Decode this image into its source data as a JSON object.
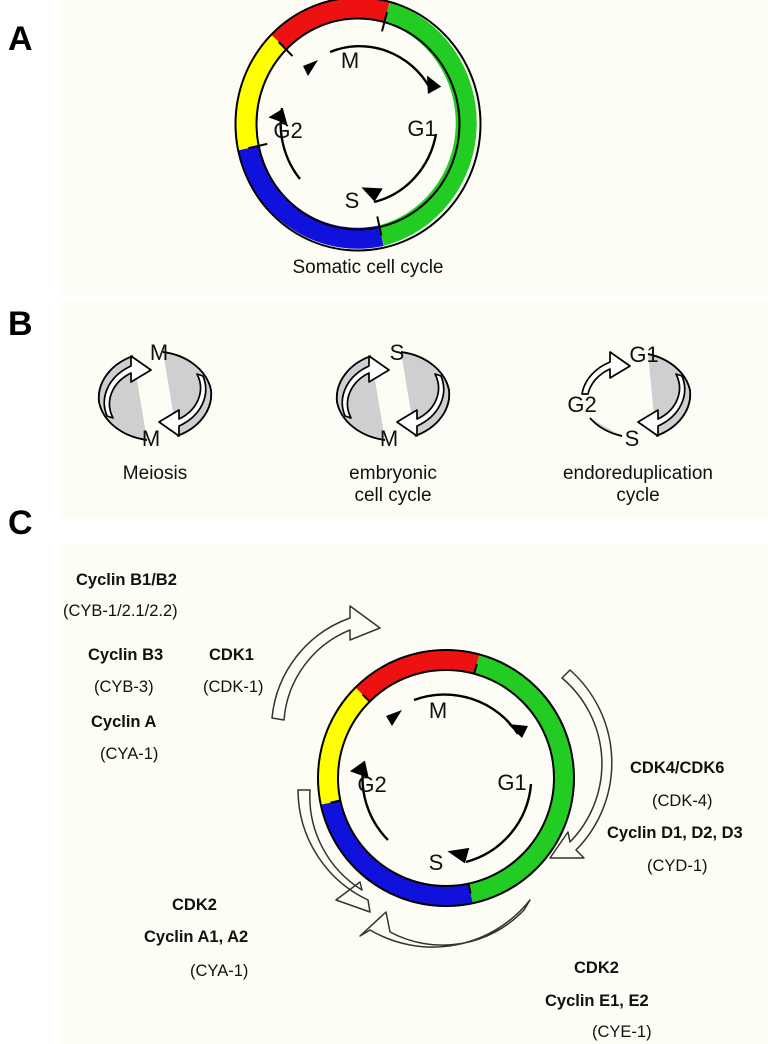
{
  "figure": {
    "background": "#fefdf5",
    "colors": {
      "red": "#ee1111",
      "green": "#22cc22",
      "yellow": "#ffff00",
      "blue": "#1111dd",
      "outline": "#000000",
      "grey_arc": "#cfcfcf"
    }
  },
  "panels": {
    "a": {
      "letter": "A",
      "caption": "Somatic cell cycle",
      "phases": [
        "M",
        "G1",
        "S",
        "G2"
      ],
      "segments": [
        {
          "name": "G1",
          "color": "#22cc22"
        },
        {
          "name": "S",
          "color": "#1111dd"
        },
        {
          "name": "G2",
          "color": "#ffff00"
        },
        {
          "name": "M",
          "color": "#ee1111"
        }
      ]
    },
    "b": {
      "letter": "B",
      "cycles": [
        {
          "caption": "Meiosis",
          "labels": [
            "M",
            "M"
          ]
        },
        {
          "caption": "embryonic\ncell cycle",
          "labels": [
            "S",
            "M"
          ]
        },
        {
          "caption": "endoreduplication\ncycle",
          "labels": [
            "G1",
            "G2",
            "S"
          ]
        }
      ]
    },
    "c": {
      "letter": "C",
      "phases": [
        "M",
        "G1",
        "S",
        "G2"
      ],
      "segments": [
        {
          "name": "G1",
          "color": "#22cc22"
        },
        {
          "name": "S",
          "color": "#1111dd"
        },
        {
          "name": "G2",
          "color": "#ffff00"
        },
        {
          "name": "M",
          "color": "#ee1111"
        }
      ],
      "labels": {
        "top_left": [
          {
            "text": "Cyclin B1/B2",
            "bold": true
          },
          {
            "text": "(CYB-1/2.1/2.2)",
            "bold": false
          },
          {
            "text": "Cyclin B3",
            "bold": true
          },
          {
            "text": "(CYB-3)",
            "bold": false
          },
          {
            "text": "Cyclin A",
            "bold": true
          },
          {
            "text": "(CYA-1)",
            "bold": false
          }
        ],
        "cdk1": [
          {
            "text": "CDK1",
            "bold": true
          },
          {
            "text": "(CDK-1)",
            "bold": false
          }
        ],
        "right": [
          {
            "text": "CDK4/CDK6",
            "bold": true
          },
          {
            "text": "(CDK-4)",
            "bold": false
          },
          {
            "text": "Cyclin D1, D2, D3",
            "bold": true
          },
          {
            "text": "(CYD-1)",
            "bold": false
          }
        ],
        "bottom_left": [
          {
            "text": "CDK2",
            "bold": true
          },
          {
            "text": "Cyclin A1, A2",
            "bold": true
          },
          {
            "text": "(CYA-1)",
            "bold": false
          }
        ],
        "bottom_right": [
          {
            "text": "CDK2",
            "bold": true
          },
          {
            "text": "Cyclin E1, E2",
            "bold": true
          },
          {
            "text": "(CYE-1)",
            "bold": false
          }
        ]
      }
    }
  }
}
